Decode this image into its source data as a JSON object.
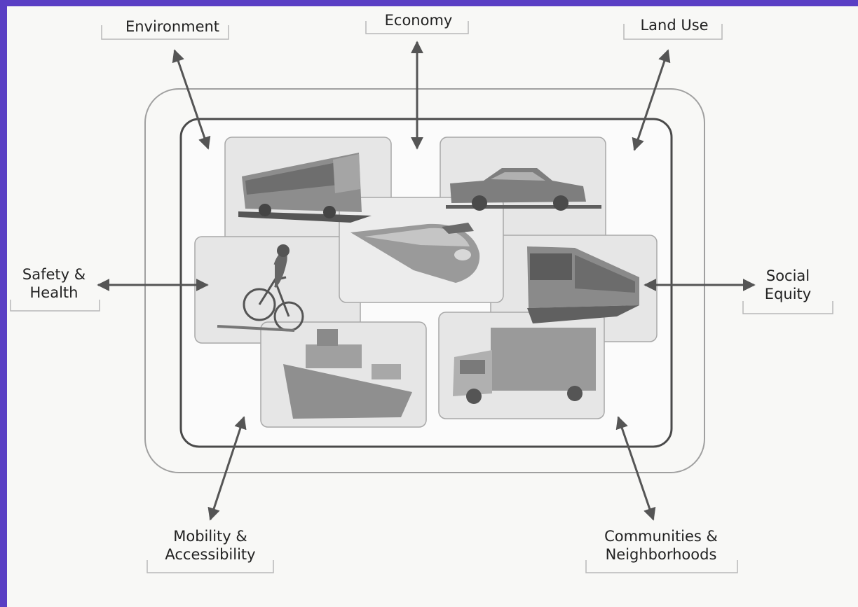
{
  "labels": {
    "environment": "Environment",
    "economy": "Economy",
    "land_use": "Land Use",
    "safety_health": [
      "Safety &",
      "Health"
    ],
    "social_equity": [
      "Social",
      "Equity"
    ],
    "mobility": [
      "Mobility &",
      "Accessibility"
    ],
    "communities": [
      "Communities &",
      "Neighborhoods"
    ]
  },
  "transport_modes": [
    "bus-icon",
    "car-icon",
    "train-icon",
    "bicycle-icon",
    "light-rail-icon",
    "ship-icon",
    "truck-icon"
  ],
  "colors": {
    "border": "#6a3fd0",
    "background": "#f8f8f6",
    "arrow": "#555555",
    "tile": "#e6e6e6",
    "tile_border": "#a8a8a8",
    "vehicle": "#8a8a8a"
  }
}
